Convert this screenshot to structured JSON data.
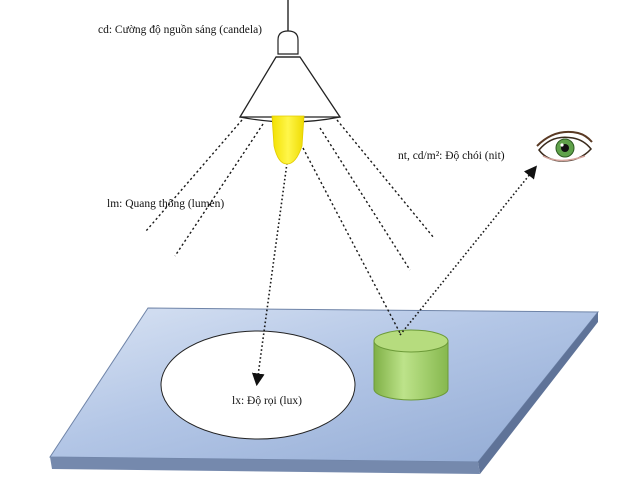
{
  "labels": {
    "candela": "cd: Cường độ nguồn sáng (candela)",
    "lumen": "lm: Quang thông (lumen)",
    "luminance": "nt, cd/m²: Độ chói (nit)",
    "lux": "lx: Độ rọi (lux)"
  },
  "colors": {
    "lamp_bulb": "#ffee00",
    "table_top": "#a7bde0",
    "table_edge": "#6f84a8",
    "cylinder": "#a6d36a",
    "eye_iris": "#5fa24a"
  },
  "icons": {
    "eye": "eye-icon",
    "lamp": "lamp-icon"
  }
}
